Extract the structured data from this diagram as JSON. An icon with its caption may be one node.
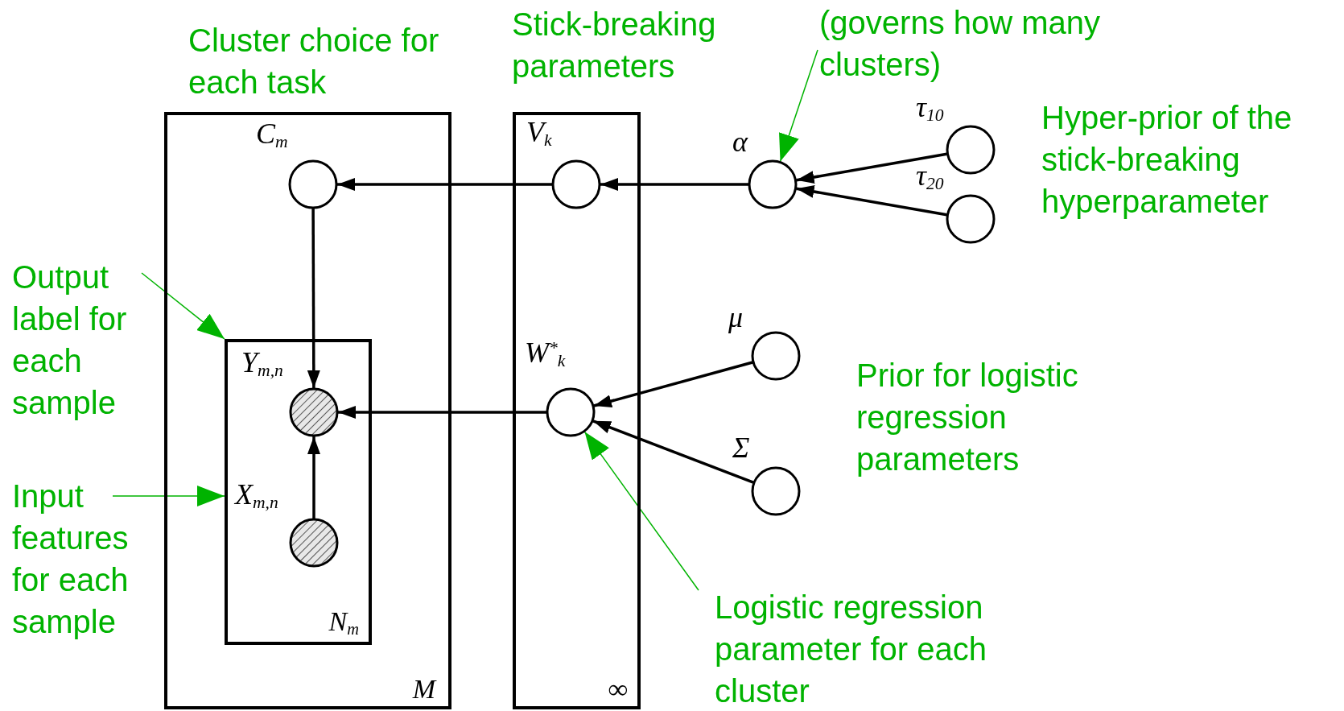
{
  "diagram": {
    "nodes": [
      {
        "text": [
          "M"
        ]
      },
      {
        "text": [],
        "shape": "circle",
        "in": 0,
        "beside": [
          "C$_{m}$"
        ]
      },
      {
        "text": [
          "N$_{m}$"
        ],
        "in": 0
      },
      {
        "text": [],
        "shape": "circle",
        "in": 2,
        "beside": [
          "Y$_{m,n}$"
        ]
      },
      {
        "text": [],
        "shape": "circle",
        "in": 2,
        "beside": [
          "X$_{m,n}$"
        ]
      },
      {
        "text": [
          "∞"
        ]
      },
      {
        "text": [],
        "shape": "circle",
        "in": 5,
        "beside": [
          "V$_{k}$"
        ]
      },
      {
        "text": [],
        "shape": "circle",
        "in": 5,
        "beside": [
          "W$^{*}$$_{k}$"
        ]
      },
      {
        "text": [],
        "shape": "circle",
        "beside": [
          "α"
        ]
      },
      {
        "text": [],
        "shape": "circle",
        "beside": [
          "τ$_{10}$"
        ]
      },
      {
        "text": [],
        "shape": "circle",
        "beside": [
          "τ$_{20}$"
        ]
      },
      {
        "text": [],
        "shape": "circle",
        "beside": [
          "μ"
        ]
      },
      {
        "text": [],
        "shape": "circle",
        "beside": [
          "Σ"
        ]
      },
      {
        "text": [
          "(governs how many clusters)"
        ]
      },
      {
        "text": [
          "Output label for each sample"
        ]
      },
      {
        "text": [
          "Input features for each sample"
        ]
      },
      {
        "text": [
          "Logistic regression parameter for each cluster"
        ]
      }
    ],
    "edges": [
      {
        "from": 8,
        "to": 6,
        "arrow": "to"
      },
      {
        "from": 6,
        "to": 1,
        "arrow": "to"
      },
      {
        "from": 1,
        "to": 3,
        "arrow": "to"
      },
      {
        "from": 7,
        "to": 3,
        "arrow": "to"
      },
      {
        "from": 4,
        "to": 3,
        "arrow": "to"
      },
      {
        "from": 9,
        "to": 8,
        "arrow": "to"
      },
      {
        "from": 10,
        "to": 8,
        "arrow": "to"
      },
      {
        "from": 11,
        "to": 7,
        "arrow": "to"
      },
      {
        "from": 12,
        "to": 7,
        "arrow": "to"
      },
      {
        "from": 13,
        "to": 8,
        "arrow": "to",
        "color": "#00b300"
      },
      {
        "from": 14,
        "to": 2,
        "arrow": "to",
        "color": "#00b300"
      },
      {
        "from": 15,
        "to": 2,
        "arrow": "to",
        "color": "#00b300"
      },
      {
        "from": 16,
        "to": 7,
        "arrow": "to",
        "color": "#00b300"
      }
    ],
    "labels": [
      "Cluster choice for each task",
      "Stick-breaking parameters",
      "Hyper-prior of the stick-breaking hyperparameter",
      "Prior for logistic regression parameters"
    ]
  }
}
